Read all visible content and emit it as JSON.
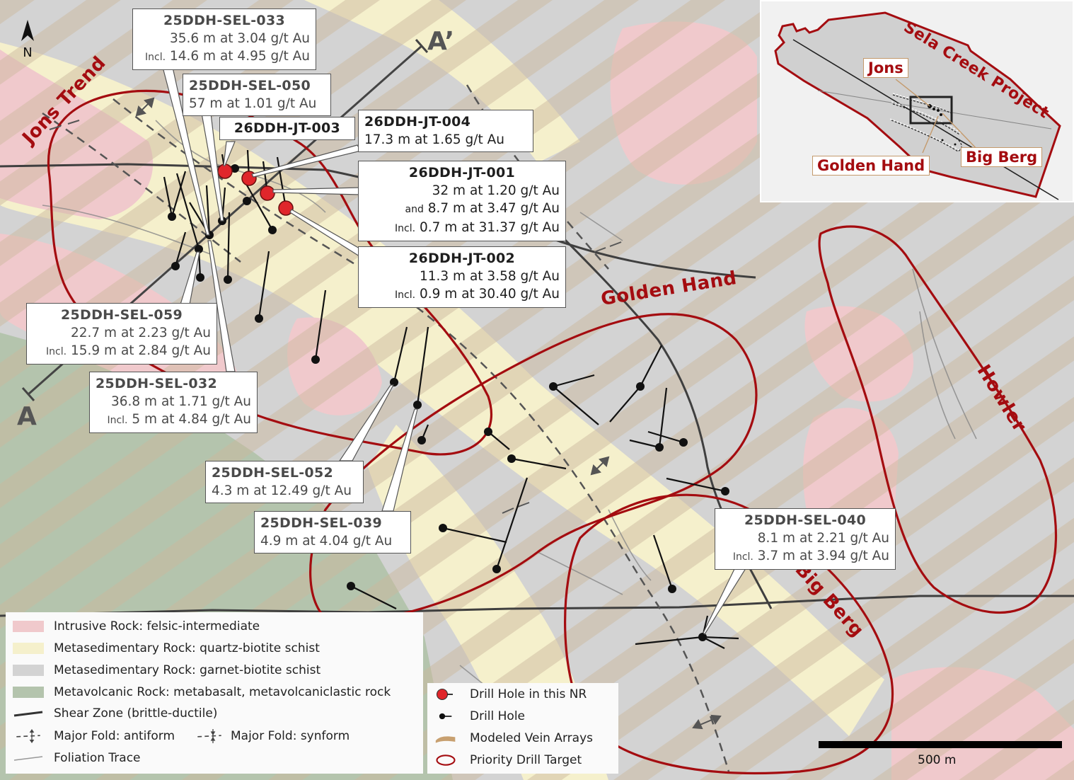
{
  "map": {
    "north_label": "N",
    "section": {
      "start": "A",
      "end": "A’"
    },
    "target_labels": {
      "jons_trend": "Jons Trend",
      "golden_hand": "Golden Hand",
      "big_berg": "Big Berg",
      "howler": "Howler"
    },
    "colors": {
      "intrusive": "#f0c9cc",
      "quartz_biotite": "#f5f0cc",
      "garnet_biotite": "#d3d3d3",
      "metavolcanic": "#b4c4ad",
      "vein_arrays": "#cbb89d",
      "target_outline": "#a40c10",
      "drill_nr": "#e0262b",
      "drill": "#111111"
    }
  },
  "callouts": [
    {
      "id": "25DDH-SEL-033",
      "lines": [
        {
          "prefix": "",
          "text": "35.6 m at 3.04 g/t Au"
        },
        {
          "prefix": "Incl.",
          "text": "14.6 m at 4.95 g/t Au"
        }
      ]
    },
    {
      "id": "25DDH-SEL-050",
      "lines": [
        {
          "prefix": "",
          "text": "57 m at 1.01 g/t Au"
        }
      ]
    },
    {
      "id": "26DDH-JT-003",
      "lines": []
    },
    {
      "id": "26DDH-JT-004",
      "lines": [
        {
          "prefix": "",
          "text": "17.3 m at 1.65 g/t Au"
        }
      ]
    },
    {
      "id": "26DDH-JT-001",
      "lines": [
        {
          "prefix": "",
          "text": "32 m at 1.20 g/t Au"
        },
        {
          "prefix": "and",
          "text": "8.7 m at  3.47 g/t Au"
        },
        {
          "prefix": "Incl.",
          "text": "0.7 m at 31.37 g/t Au"
        }
      ]
    },
    {
      "id": "26DDH-JT-002",
      "lines": [
        {
          "prefix": "",
          "text": "11.3 m at   3.58 g/t Au"
        },
        {
          "prefix": "Incl.",
          "text": "0.9 m at 30.40 g/t Au"
        }
      ]
    },
    {
      "id": "25DDH-SEL-059",
      "lines": [
        {
          "prefix": "",
          "text": "22.7 m at 2.23 g/t Au"
        },
        {
          "prefix": "Incl.",
          "text": "15.9 m at 2.84 g/t Au"
        }
      ]
    },
    {
      "id": "25DDH-SEL-032",
      "lines": [
        {
          "prefix": "",
          "text": "36.8 m at 1.71 g/t Au"
        },
        {
          "prefix": "Incl.",
          "text": "5 m at 4.84 g/t Au"
        }
      ]
    },
    {
      "id": "25DDH-SEL-052",
      "lines": [
        {
          "prefix": "",
          "text": "4.3 m at 12.49 g/t Au"
        }
      ]
    },
    {
      "id": "25DDH-SEL-039",
      "lines": [
        {
          "prefix": "",
          "text": "4.9 m at 4.04 g/t Au"
        }
      ]
    },
    {
      "id": "25DDH-SEL-040",
      "lines": [
        {
          "prefix": "",
          "text": "8.1 m at 2.21 g/t Au"
        },
        {
          "prefix": "Incl.",
          "text": "3.7 m at 3.94 g/t Au"
        }
      ]
    }
  ],
  "inset": {
    "title": "Sela Creek Project",
    "labels": {
      "jons": "Jons",
      "golden_hand": "Golden Hand",
      "big_berg": "Big Berg"
    }
  },
  "legend_left": {
    "items": [
      {
        "label": "Intrusive Rock: felsic-intermediate",
        "symbol": "swatch",
        "color": "#f0c9cc"
      },
      {
        "label": "Metasedimentary Rock: quartz-biotite schist",
        "symbol": "swatch",
        "color": "#f5f0cc"
      },
      {
        "label": "Metasedimentary Rock: garnet-biotite schist",
        "symbol": "swatch",
        "color": "#d3d3d3"
      },
      {
        "label": "Metavolcanic Rock: metabasalt, metavolcaniclastic rock",
        "symbol": "swatch",
        "color": "#b4c4ad"
      },
      {
        "label": "Shear Zone (brittle-ductile)",
        "symbol": "shear-line"
      },
      {
        "label": "Major Fold: antiform",
        "symbol": "antiform"
      },
      {
        "label": "Major Fold: synform",
        "symbol": "synform"
      },
      {
        "label": "Foliation Trace",
        "symbol": "foliation-line"
      }
    ]
  },
  "legend_right": {
    "items": [
      {
        "label": "Drill Hole in this NR",
        "symbol": "red-drill-hole"
      },
      {
        "label": "Drill Hole",
        "symbol": "black-drill-hole"
      },
      {
        "label": "Modeled Vein Arrays",
        "symbol": "vein-swatch"
      },
      {
        "label": "Priority Drill Target",
        "symbol": "target-outline"
      }
    ]
  },
  "scale": {
    "label": "500 m"
  }
}
